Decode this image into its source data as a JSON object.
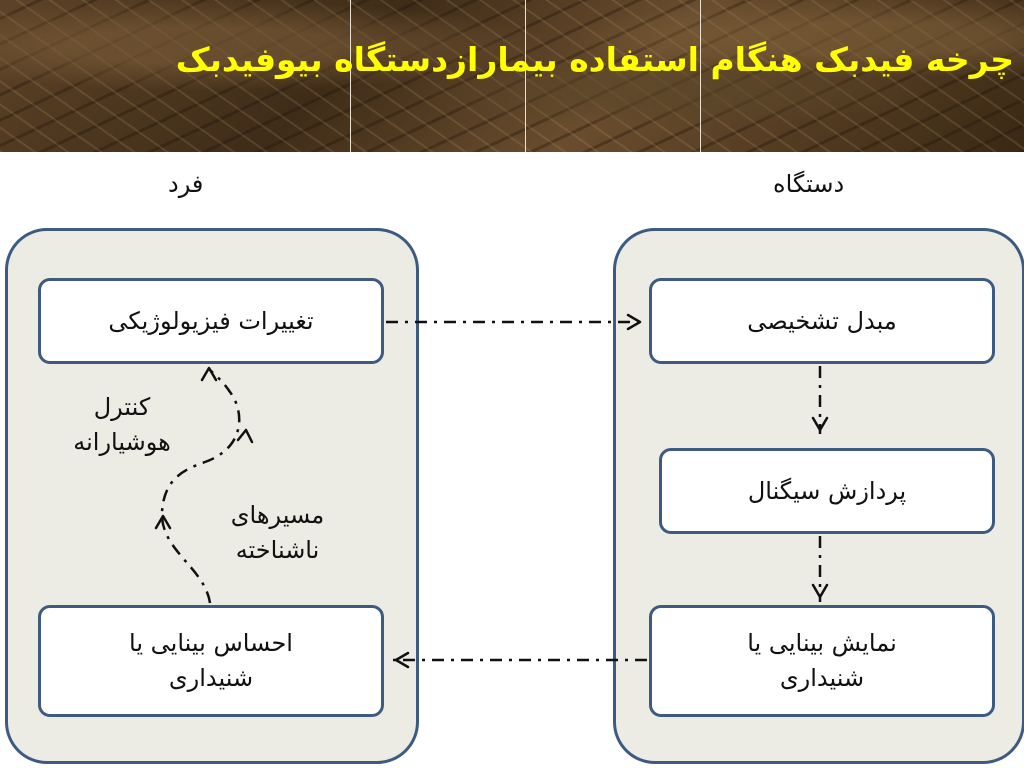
{
  "title": "چرخه فیدبک هنگام استفاده بیمارازدستگاه بیوفیدبک",
  "columns": {
    "person": "فرد",
    "device": "دستگاه"
  },
  "nodes": {
    "physio_changes": "تغییرات فیزیولوژیکی",
    "visual_auditory_sensation": "احساس بینایی یا\nشنیداری",
    "diagnostic_converter": "مبدل تشخیصی",
    "signal_processing": "پردازش سیگنال",
    "visual_auditory_display": "نمایش بینایی یا\nشنیداری"
  },
  "annotations": {
    "conscious_control": "کنترل\nهوشیارانه",
    "unknown_paths": "مسیرهای\nناشناخته"
  },
  "colors": {
    "title": "#ffff00",
    "border": "#3d5b80",
    "panel_fill": "#ecebe4"
  }
}
